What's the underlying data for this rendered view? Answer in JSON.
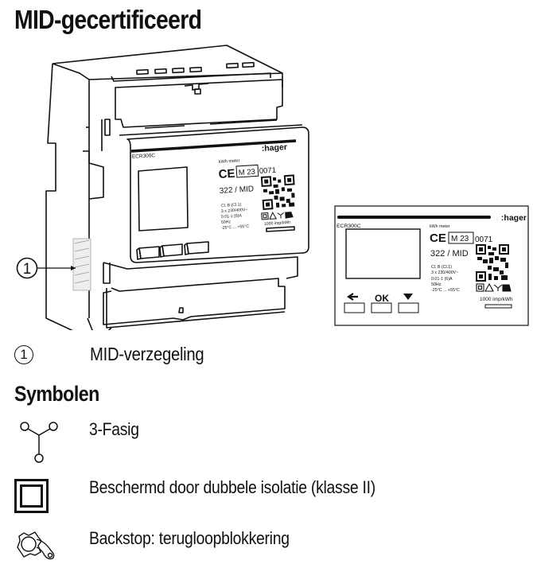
{
  "title": "MID-gecertificeerd",
  "device": {
    "brand": ":hager",
    "model": "ECR300C",
    "meter_type": "kWh meter",
    "ce_mark": "CE",
    "metrology_mark": "M 23",
    "notified_body": "0071",
    "certificate": "322 / MID",
    "specs": [
      "Cl. B (Cl.1)",
      "3 x 230/400V~",
      "0.01-1 (6)A",
      "50Hz",
      "-25°C ... +55°C"
    ],
    "impulse_rate": "1000 imp/kWh",
    "buttons": [
      "back-arrow",
      "OK",
      "down-triangle"
    ],
    "button_labels": {
      "back": "←",
      "ok": "OK",
      "down": "▼"
    }
  },
  "callout": {
    "number": "1",
    "label": "MID-verzegeling"
  },
  "symbols_heading": "Symbolen",
  "symbols": [
    {
      "icon": "three-phase-icon",
      "label": "3-Fasig"
    },
    {
      "icon": "double-insulation-icon",
      "label": "Beschermd door dubbele isolatie (klasse II)"
    },
    {
      "icon": "backstop-icon",
      "label": "Backstop: terugloopblokkering"
    }
  ]
}
